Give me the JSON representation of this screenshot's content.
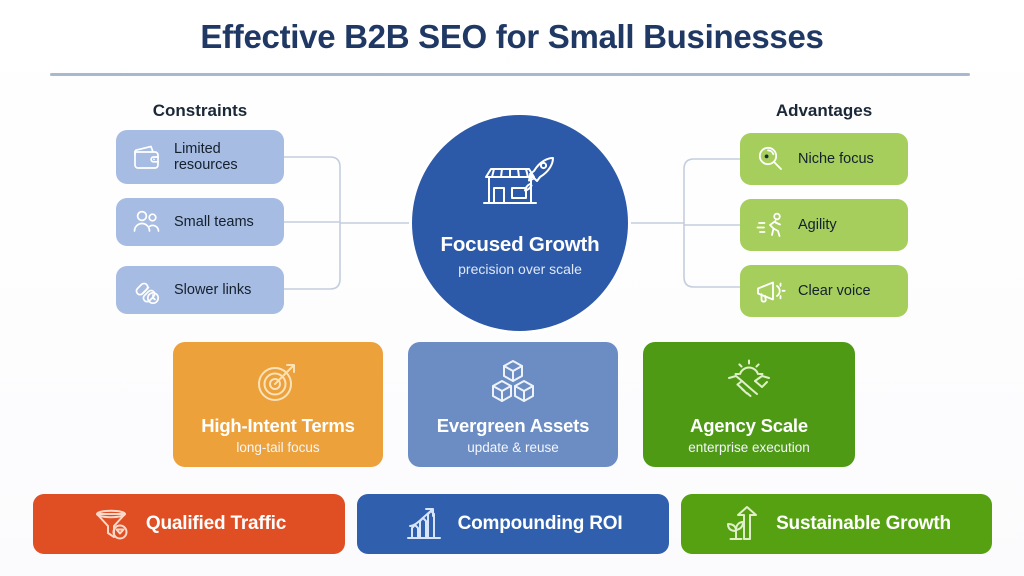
{
  "header": {
    "title": "Effective B2B SEO for Small Businesses",
    "divider_color": "#aab8cf",
    "title_color": "#1f3864"
  },
  "left_column": {
    "heading": "Constraints",
    "card_color": "#a7bce2",
    "items": [
      {
        "label": "Limited\nresources",
        "icon": "wallet-icon"
      },
      {
        "label": "Small teams",
        "icon": "team-icon"
      },
      {
        "label": "Slower links",
        "icon": "link-clock-icon"
      }
    ]
  },
  "right_column": {
    "heading": "Advantages",
    "card_color": "#a5ce5c",
    "items": [
      {
        "label": "Niche focus",
        "icon": "magnifier-icon"
      },
      {
        "label": "Agility",
        "icon": "runner-icon"
      },
      {
        "label": "Clear voice",
        "icon": "megaphone-icon"
      }
    ]
  },
  "hub": {
    "title": "Focused Growth",
    "subtitle": "precision over scale",
    "icon": "storefront-rocket-icon",
    "color": "#2c5aa8"
  },
  "mid_cards": [
    {
      "title": "High-Intent Terms",
      "subtitle": "long-tail focus",
      "icon": "target-arrow-icon",
      "color": "#eda13a"
    },
    {
      "title": "Evergreen Assets",
      "subtitle": "update & reuse",
      "icon": "stacked-cubes-icon",
      "color": "#6b8dc4"
    },
    {
      "title": "Agency Scale",
      "subtitle": "enterprise execution",
      "icon": "handshake-gear-icon",
      "color": "#4e9a15"
    }
  ],
  "bottom_bars": [
    {
      "label": "Qualified Traffic",
      "icon": "funnel-icon",
      "color": "#e04e23"
    },
    {
      "label": "Compounding ROI",
      "icon": "growth-chart-icon",
      "color": "#2f5fad"
    },
    {
      "label": "Sustainable Growth",
      "icon": "sprout-arrow-icon",
      "color": "#55a111"
    }
  ]
}
